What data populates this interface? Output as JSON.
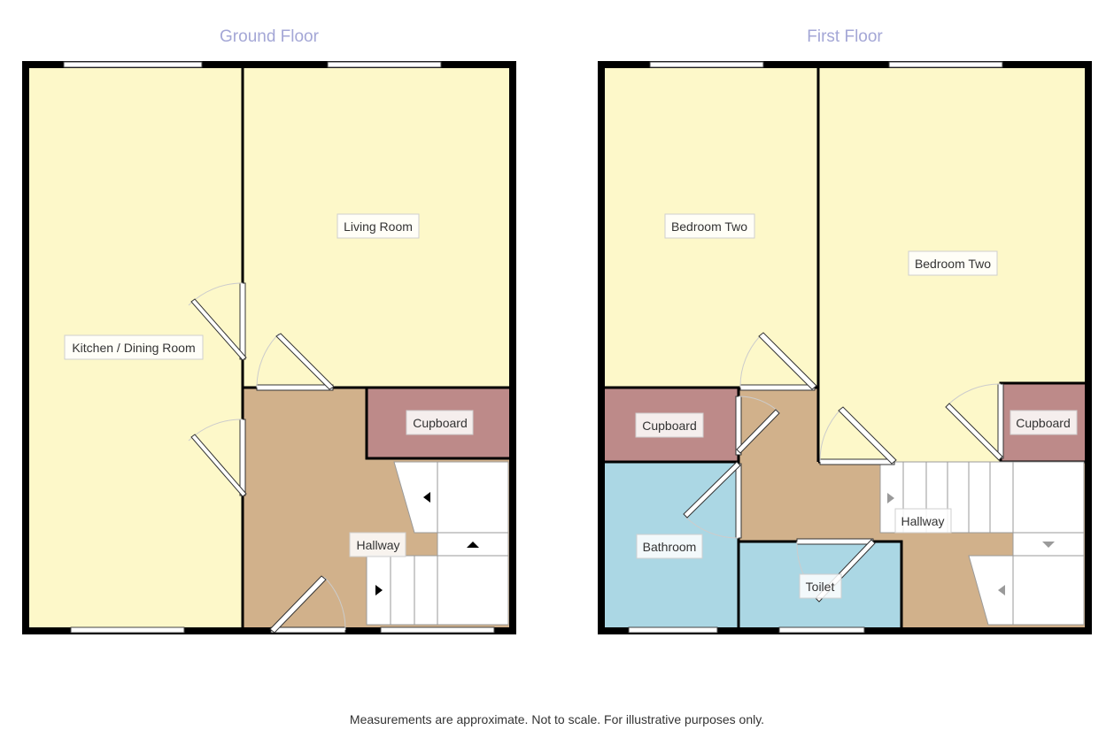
{
  "ground_floor": {
    "title": "Ground Floor",
    "rooms": {
      "kitchen": "Kitchen / Dining Room",
      "living": "Living Room",
      "cupboard": "Cupboard",
      "hallway": "Hallway"
    }
  },
  "first_floor": {
    "title": "First Floor",
    "rooms": {
      "bedroom_left": "Bedroom Two",
      "bedroom_right": "Bedroom Two",
      "cupboard_left": "Cupboard",
      "cupboard_right": "Cupboard",
      "bathroom": "Bathroom",
      "toilet": "Toilet",
      "hallway": "Hallway"
    }
  },
  "footer": {
    "disclaimer": "Measurements are approximate. Not to scale. For illustrative purposes only."
  },
  "colors": {
    "room_yellow": "#fdf8c9",
    "hallway_tan": "#d1b18b",
    "cupboard_mauve": "#bd8a89",
    "bathroom_blue": "#abd7e4",
    "wall": "#000000",
    "title": "#a4a7d6"
  }
}
